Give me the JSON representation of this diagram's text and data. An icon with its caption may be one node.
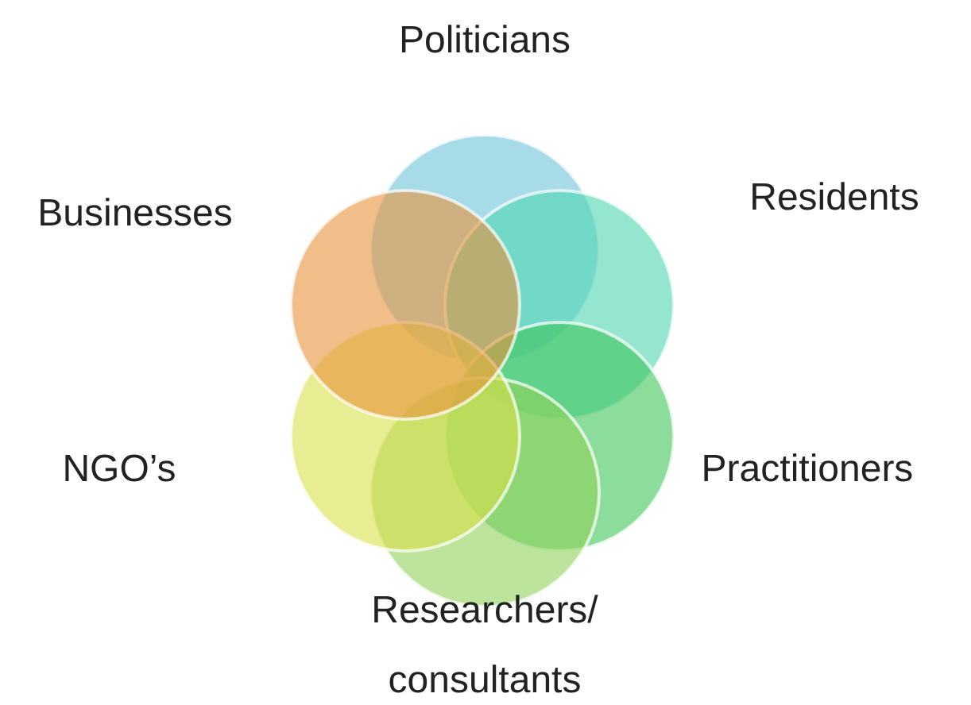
{
  "diagram": {
    "nodes": [
      {
        "text": [
          "Politicians"
        ]
      },
      {
        "text": [
          "Businesses"
        ]
      },
      {
        "text": [
          "Residents"
        ]
      },
      {
        "text": [
          "NGO’s"
        ]
      },
      {
        "text": [
          "Practitioners"
        ]
      },
      {
        "text": [
          "Researchers/ consultants"
        ]
      }
    ]
  }
}
